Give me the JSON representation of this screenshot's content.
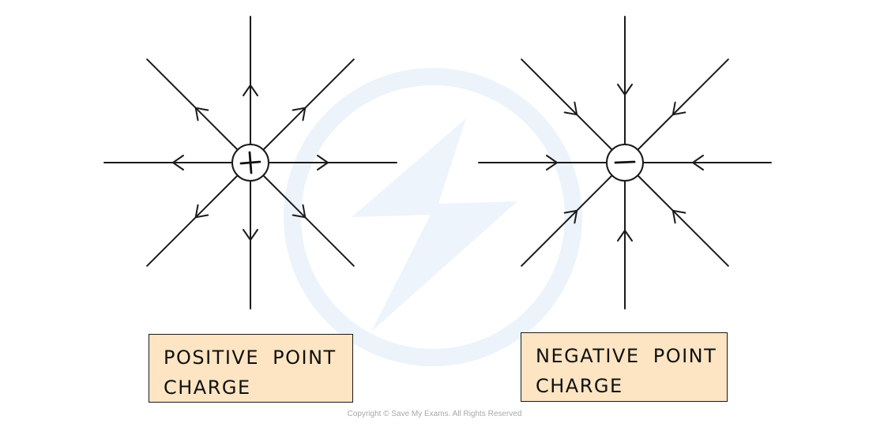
{
  "diagram": {
    "charges": [
      {
        "id": "positive",
        "symbol": "+",
        "direction": "outward",
        "label_lines": [
          "POSITIVE POINT",
          "CHARGE"
        ]
      },
      {
        "id": "negative",
        "symbol": "−",
        "direction": "inward",
        "label_lines": [
          "NEGATIVE POINT",
          "CHARGE"
        ]
      }
    ],
    "field_line_count": 8,
    "colors": {
      "line": "#1a1a1a",
      "label_fill": "#fde5c3",
      "watermark": "#eaf1fa"
    }
  },
  "footer": {
    "copyright": "Copyright © Save My Exams. All Rights Reserved"
  }
}
